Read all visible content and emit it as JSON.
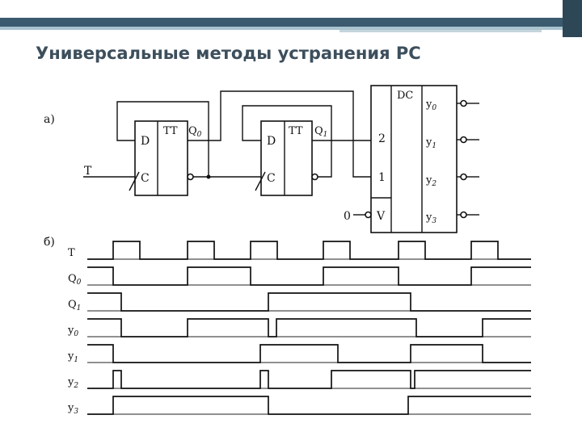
{
  "title": "Универсальные методы устранения РС",
  "circuit": {
    "part_label": "а)",
    "input_T": "T",
    "input_zero": "0",
    "flipflop0": {
      "type": "TT",
      "d": "D",
      "c": "C",
      "q": "Q",
      "q_sub": "0"
    },
    "flipflop1": {
      "type": "TT",
      "d": "D",
      "c": "C",
      "q": "Q",
      "q_sub": "1"
    },
    "decoder": {
      "type": "DC",
      "in2": "2",
      "in1": "1",
      "v": "V",
      "outputs": [
        {
          "y": "y",
          "sub": "0"
        },
        {
          "y": "y",
          "sub": "1"
        },
        {
          "y": "y",
          "sub": "2"
        },
        {
          "y": "y",
          "sub": "3"
        }
      ]
    }
  },
  "timing": {
    "part_label": "б)",
    "signals": [
      {
        "label": "T",
        "sub": "",
        "initial": 0,
        "edges": [
          140,
          173,
          232,
          265,
          310,
          343,
          400,
          433,
          493,
          526,
          583,
          616
        ]
      },
      {
        "label": "Q",
        "sub": "0",
        "initial": 1,
        "edges": [
          140,
          232,
          310,
          400,
          493,
          583
        ]
      },
      {
        "label": "Q",
        "sub": "1",
        "initial": 1,
        "edges": [
          150,
          332,
          508
        ]
      },
      {
        "label": "y",
        "sub": "0",
        "initial": 1,
        "edges": [
          150,
          232,
          332,
          342,
          515,
          597
        ]
      },
      {
        "label": "y",
        "sub": "1",
        "initial": 1,
        "edges": [
          140,
          322,
          418,
          508,
          597
        ]
      },
      {
        "label": "y",
        "sub": "2",
        "initial": 0,
        "edges": [
          140,
          150,
          322,
          332,
          410,
          508,
          513
        ]
      },
      {
        "label": "y",
        "sub": "3",
        "initial": 0,
        "edges": [
          140,
          332,
          505
        ]
      }
    ]
  }
}
